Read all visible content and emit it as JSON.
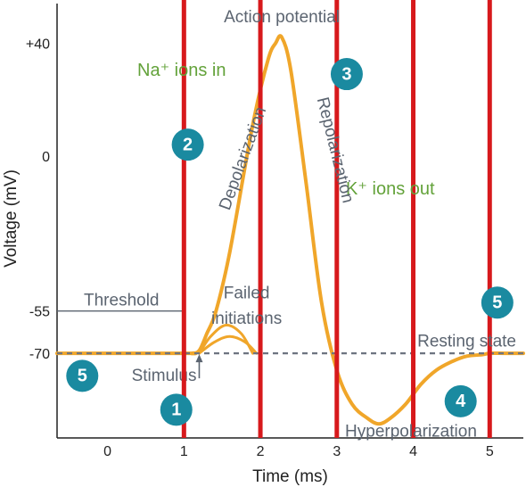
{
  "chart_data": {
    "type": "line",
    "title": "",
    "xlabel": "Time (ms)",
    "ylabel": "Voltage (mV)",
    "x_ticks": [
      {
        "value": 0,
        "label": "0"
      },
      {
        "value": 1,
        "label": "1"
      },
      {
        "value": 2,
        "label": "2"
      },
      {
        "value": 3,
        "label": "3"
      },
      {
        "value": 4,
        "label": "4"
      },
      {
        "value": 5,
        "label": "5"
      }
    ],
    "y_ticks": [
      {
        "value": 40,
        "label": "+40"
      },
      {
        "value": 0,
        "label": "0"
      },
      {
        "value": -55,
        "label": "-55"
      },
      {
        "value": -70,
        "label": "-70"
      }
    ],
    "xlim": [
      -0.66,
      5.44
    ],
    "ylim": [
      -100,
      54
    ],
    "grid": false,
    "series": [
      {
        "kind": "action-potential",
        "color": "#f0a62a",
        "x": [
          -0.66,
          1.0,
          1.1,
          1.2,
          1.3,
          1.42,
          1.6,
          1.9,
          2.1,
          2.2,
          2.28,
          2.4,
          2.6,
          2.8,
          3.0,
          3.2,
          3.4,
          3.55,
          3.7,
          3.9,
          4.1,
          4.3,
          4.5,
          4.7,
          4.9,
          5.0,
          5.2,
          5.44
        ],
        "y": [
          -70,
          -70,
          -70,
          -69,
          -63,
          -55,
          -34,
          11,
          34,
          40,
          42,
          30,
          -10,
          -52,
          -76,
          -88,
          -93,
          -95,
          -93,
          -88,
          -81,
          -76,
          -73,
          -71,
          -70.5,
          -70,
          -70,
          -70
        ]
      },
      {
        "kind": "failed-initiation",
        "color": "#f0a62a",
        "x": [
          1.2,
          1.35,
          1.55,
          1.75,
          1.9
        ],
        "y": [
          -70,
          -64,
          -60,
          -63,
          -70
        ]
      },
      {
        "kind": "failed-initiation",
        "color": "#f0a62a",
        "x": [
          1.2,
          1.4,
          1.6,
          1.8,
          1.95
        ],
        "y": [
          -70,
          -66,
          -64,
          -66,
          -70
        ]
      },
      {
        "kind": "resting-reference",
        "color": "#6d7480",
        "style": "dashed",
        "x": [
          -0.66,
          5.44
        ],
        "y": [
          -70,
          -70
        ]
      }
    ],
    "threshold": {
      "label": "Threshold",
      "value": -55,
      "x_end": 1.0
    },
    "stimulus": {
      "label": "Stimulus",
      "x": 1.2
    },
    "red_markers": {
      "color": "#d7191c",
      "x": [
        1.0,
        2.0,
        3.0,
        4.0,
        5.0
      ]
    },
    "annotations": [
      {
        "text": "Action potential",
        "tone": "gray",
        "x": 2.28,
        "y": 49
      },
      {
        "text": "Na⁺ ions in",
        "tone": "green",
        "x": 0.97,
        "y": 30
      },
      {
        "text": "K⁺ ions out",
        "tone": "green",
        "x": 3.7,
        "y": -12
      },
      {
        "text": "Depolarization",
        "tone": "gray",
        "x": 1.78,
        "y": -1,
        "rotate": -70
      },
      {
        "text": "Repolarization",
        "tone": "gray",
        "x": 2.97,
        "y": 2,
        "rotate": 76
      },
      {
        "text": "Failed",
        "tone": "gray",
        "x": 1.82,
        "y": -49
      },
      {
        "text": "initiations",
        "tone": "gray",
        "x": 1.82,
        "y": -58
      },
      {
        "text": "Resting state",
        "tone": "gray",
        "x": 4.7,
        "y": -66
      },
      {
        "text": "Hyperpolarization",
        "tone": "gray",
        "x": 3.97,
        "y": -98
      }
    ],
    "badges": [
      {
        "label": "1",
        "x": 0.9,
        "y": -90
      },
      {
        "label": "2",
        "x": 1.05,
        "y": 4
      },
      {
        "label": "3",
        "x": 3.13,
        "y": 29
      },
      {
        "label": "4",
        "x": 4.62,
        "y": -87
      },
      {
        "label": "5",
        "x": -0.33,
        "y": -78
      },
      {
        "label": "5",
        "x": 5.1,
        "y": -52
      }
    ],
    "badge_color": "#1a8aa0"
  }
}
